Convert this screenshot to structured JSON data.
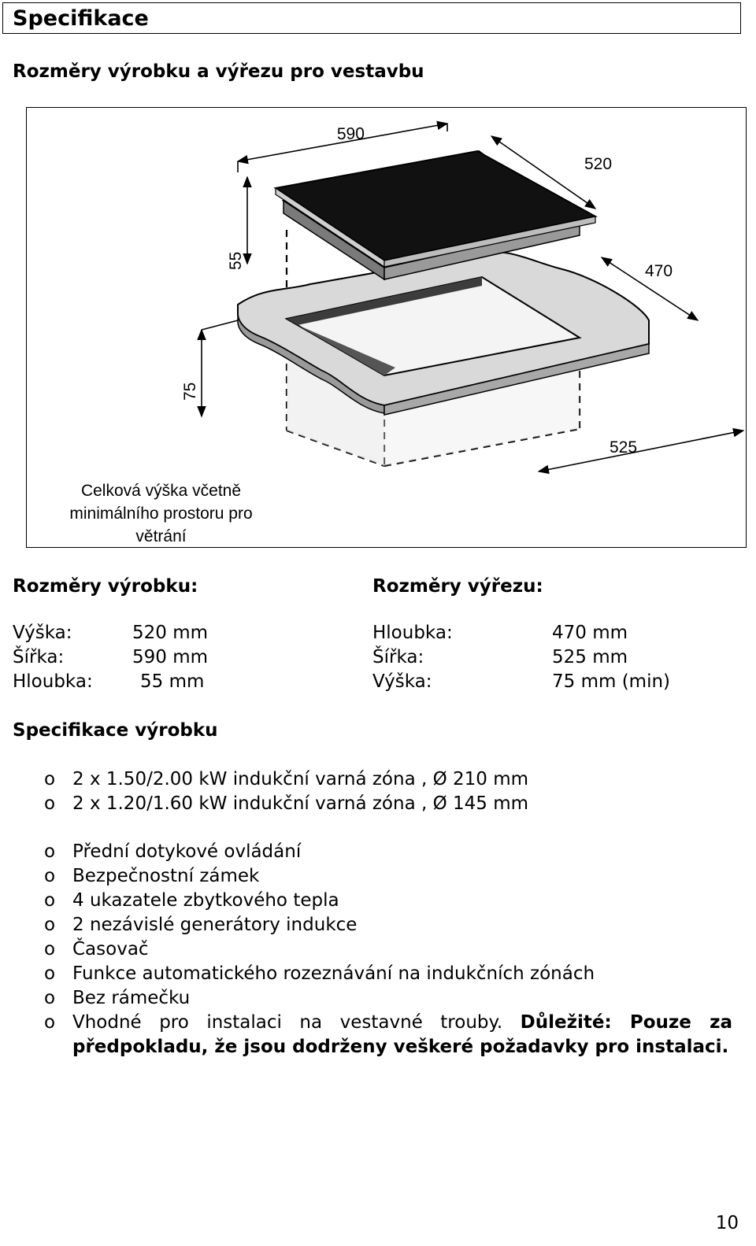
{
  "header": {
    "title": "Specifikace"
  },
  "section_dims": {
    "title": "Rozměry výrobku a výřezu pro vestavbu"
  },
  "figure": {
    "labels": {
      "w590": "590",
      "d520": "520",
      "h55": "55",
      "d470": "470",
      "h75": "75",
      "w525": "525"
    },
    "note_lines": [
      "Celková výška včetně",
      "minimálního prostoru pro",
      "větrání"
    ]
  },
  "product_dims": {
    "title": "Rozměry výrobku:",
    "rows": [
      {
        "label": "Výška:",
        "value": "520 mm"
      },
      {
        "label": "Šířka:",
        "value": "590 mm"
      },
      {
        "label": "Hloubka:",
        "value": "55 mm"
      }
    ]
  },
  "cutout_dims": {
    "title": "Rozměry výřezu:",
    "rows": [
      {
        "label": "Hloubka:",
        "value": "470 mm"
      },
      {
        "label": "Šířka:",
        "value": "525 mm"
      },
      {
        "label": "Výška:",
        "value": "75 mm (min)"
      }
    ]
  },
  "spec": {
    "title": "Specifikace výrobku",
    "bullet_char": "o",
    "zones": [
      "2 x 1.50/2.00 kW indukční varná zóna , Ø 210 mm",
      "2 x 1.20/1.60 kW indukční varná zóna , Ø 145 mm"
    ],
    "features": [
      "Přední dotykové ovládání",
      "Bezpečnostní zámek",
      "4 ukazatele zbytkového tepla",
      "2 nezávislé generátory indukce",
      "Časovač",
      "Funkce automatického rozeznávání na indukčních zónách",
      "Bez rámečku"
    ],
    "last_item": {
      "text": "Vhodné pro instalaci na vestavné trouby.",
      "bold": "Důležité: Pouze za předpokladu, že jsou dodrženy veškeré požadavky pro instalaci."
    }
  },
  "page_number": "10"
}
